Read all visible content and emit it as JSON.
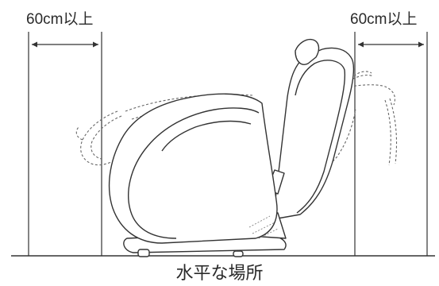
{
  "clearance_left": {
    "label": "60cm以上"
  },
  "clearance_right": {
    "label": "60cm以上"
  },
  "floor": {
    "caption": "水平な場所"
  }
}
